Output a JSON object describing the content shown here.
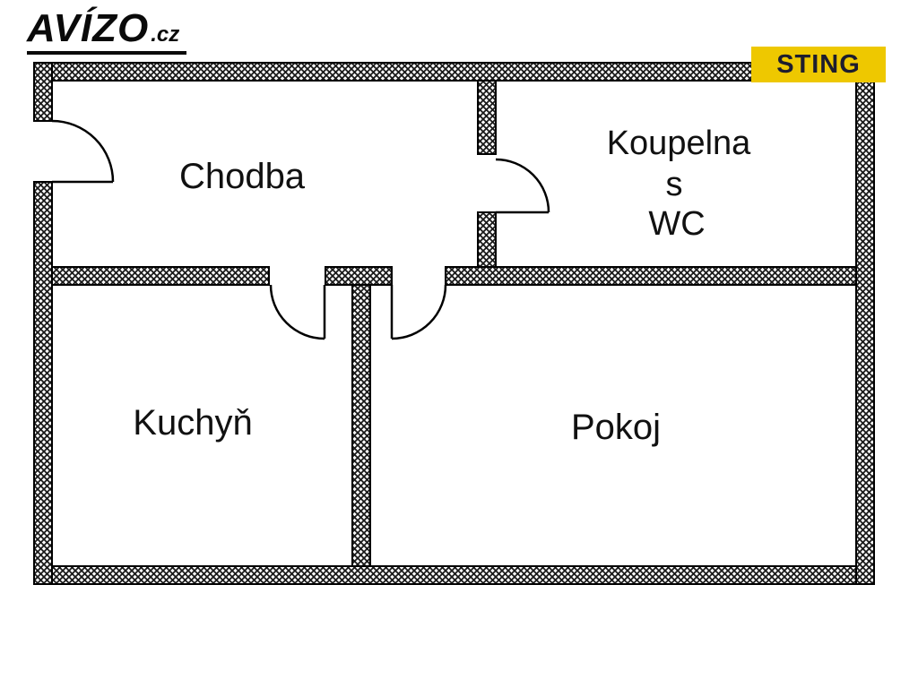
{
  "branding": {
    "logo_main": "AVÍZO",
    "logo_suffix": ".cz",
    "agency_badge": "STING"
  },
  "colors": {
    "background": "#ffffff",
    "wall_line": "#111111",
    "badge_bg": "#eec800",
    "badge_text": "#1d1d2e"
  },
  "rooms": {
    "chodba": "Chodba",
    "koupelna_line1": "Koupelna",
    "koupelna_line2": "s",
    "koupelna_line3": "WC",
    "kuchyn": "Kuchyň",
    "pokoj": "Pokoj"
  }
}
